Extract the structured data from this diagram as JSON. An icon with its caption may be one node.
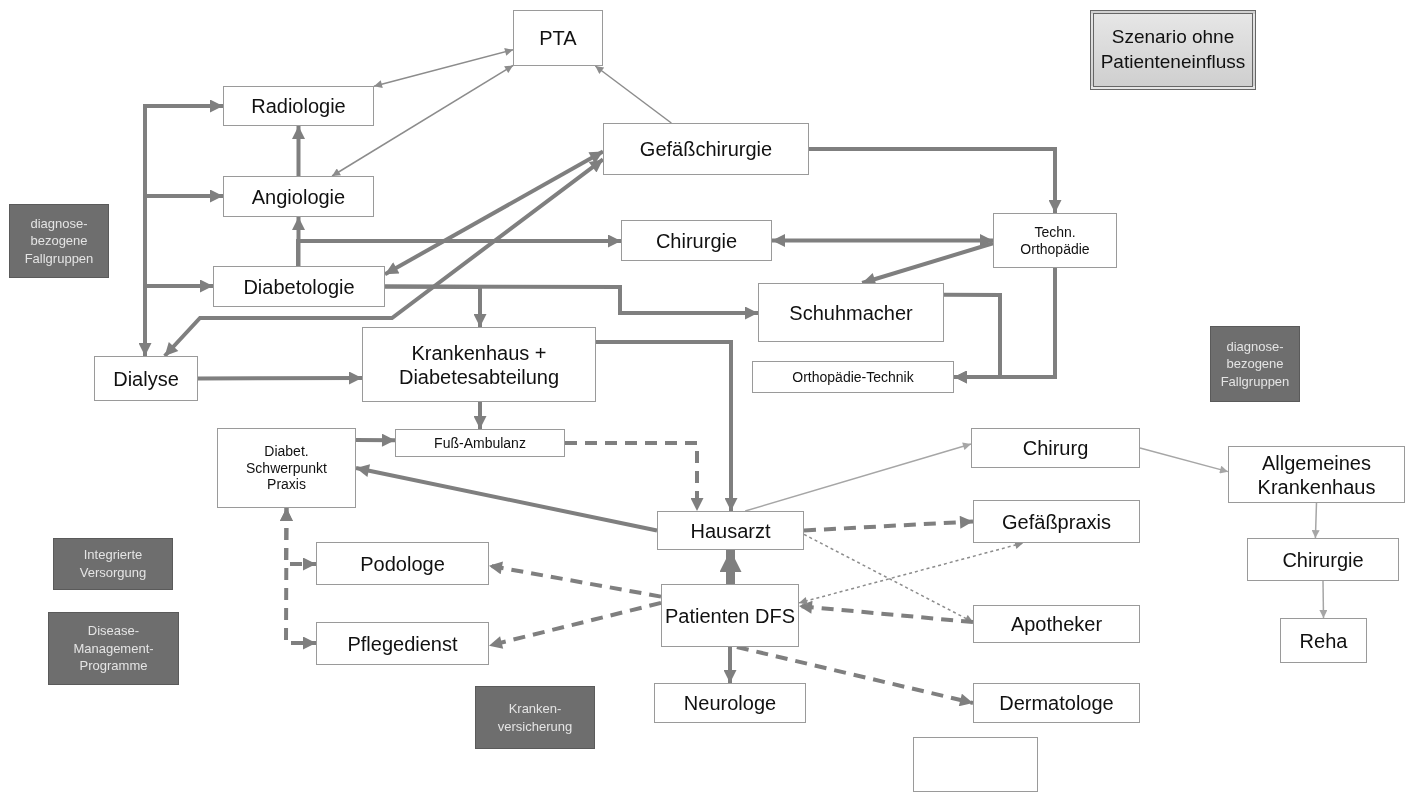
{
  "diagram": {
    "nodes": [
      {
        "text": [
          "PTA"
        ]
      },
      {
        "text": [
          "Szenario ohne Patienteneinfluss"
        ]
      },
      {
        "text": [
          "Radiologie"
        ]
      },
      {
        "text": [
          "Gefäßchirurgie"
        ]
      },
      {
        "text": [
          "Angiologie"
        ]
      },
      {
        "text": [
          "diagnose-bezogene Fallgruppen"
        ]
      },
      {
        "text": [
          "Chirurgie"
        ]
      },
      {
        "text": [
          "Techn. Orthopädie"
        ]
      },
      {
        "text": [
          "Diabetologie"
        ]
      },
      {
        "text": [
          "Schuhmacher"
        ]
      },
      {
        "text": [
          "diagnose-bezogene Fallgruppen"
        ]
      },
      {
        "text": [
          "Dialyse"
        ]
      },
      {
        "text": [
          "Krankenhaus + Diabetesabteilung"
        ]
      },
      {
        "text": [
          "Orthopädie-Technik"
        ]
      },
      {
        "text": [
          "Diabet. Schwerpunkt Praxis"
        ]
      },
      {
        "text": [
          "Fuß-Ambulanz"
        ]
      },
      {
        "text": [
          "Chirurg"
        ]
      },
      {
        "text": [
          "Allgemeines Krankenhaus"
        ]
      },
      {
        "text": [
          "Hausarzt"
        ]
      },
      {
        "text": [
          "Gefäßpraxis"
        ]
      },
      {
        "text": [
          "Integrierte Versorgung"
        ]
      },
      {
        "text": [
          "Podologe"
        ]
      },
      {
        "text": [
          "Chirurgie"
        ]
      },
      {
        "text": [
          "Patienten DFS"
        ]
      },
      {
        "text": [
          "Apotheker"
        ]
      },
      {
        "text": [
          "Disease-Management-Programme"
        ]
      },
      {
        "text": [
          "Pflegedienst"
        ]
      },
      {
        "text": [
          "Reha"
        ]
      },
      {
        "text": [
          "Neurologe"
        ]
      },
      {
        "text": [
          "Dermatologe"
        ]
      },
      {
        "text": [
          "Kranken-versicherung"
        ]
      },
      {
        "text": [],
        "shape": "box"
      }
    ],
    "edges": [
      {
        "from": 2,
        "to": 0,
        "arrow": "both",
        "color": "#8c8c8c"
      },
      {
        "from": 4,
        "to": 0,
        "arrow": "both",
        "color": "#8c8c8c"
      },
      {
        "from": 3,
        "to": 0,
        "arrow": "to",
        "color": "#8c8c8c"
      },
      {
        "from": 4,
        "to": 2,
        "arrow": "to"
      },
      {
        "from": 8,
        "to": 4,
        "arrow": "to"
      },
      {
        "from": 8,
        "to": 6,
        "arrow": "to"
      },
      {
        "from": null,
        "to": 2,
        "arrow": "to"
      },
      {
        "from": null,
        "to": 4,
        "arrow": "to"
      },
      {
        "from": null,
        "to": 8,
        "arrow": "to"
      },
      {
        "from": null,
        "to": 11,
        "arrow": "to"
      },
      {
        "from": 3,
        "to": 11,
        "arrow": "both"
      },
      {
        "from": 3,
        "to": 8,
        "arrow": "both"
      },
      {
        "from": 3,
        "to": 7,
        "arrow": "to"
      },
      {
        "from": 6,
        "to": 7,
        "arrow": "both"
      },
      {
        "from": 7,
        "to": 9,
        "arrow": "to"
      },
      {
        "from": 7,
        "to": 13,
        "arrow": "to"
      },
      {
        "from": 9,
        "to": 13,
        "arrow": "to"
      },
      {
        "from": 8,
        "to": 9,
        "arrow": "to"
      },
      {
        "from": 8,
        "to": 12,
        "arrow": "to"
      },
      {
        "from": 11,
        "to": 12,
        "arrow": "to"
      },
      {
        "from": 12,
        "to": 15,
        "arrow": "to"
      },
      {
        "from": 12,
        "to": 18,
        "arrow": "to"
      },
      {
        "from": 14,
        "to": 15,
        "arrow": "to"
      },
      {
        "from": 15,
        "to": 18,
        "arrow": "to",
        "style": "dashed"
      },
      {
        "from": 18,
        "to": 14,
        "arrow": "to"
      },
      {
        "from": 18,
        "to": 16,
        "arrow": "to",
        "color": "#a6a6a6"
      },
      {
        "from": 16,
        "to": 17,
        "arrow": "to",
        "color": "#a6a6a6"
      },
      {
        "from": 17,
        "to": 22,
        "arrow": "to",
        "color": "#a6a6a6"
      },
      {
        "from": 22,
        "to": 27,
        "arrow": "to",
        "color": "#a6a6a6"
      },
      {
        "from": 18,
        "to": 19,
        "arrow": "to",
        "style": "dashed"
      },
      {
        "from": 18,
        "to": 24,
        "arrow": "to",
        "style": "dashed",
        "color": "#8c8c8c"
      },
      {
        "from": 23,
        "to": 18,
        "arrow": "to",
        "style": "thick"
      },
      {
        "from": 24,
        "to": 23,
        "arrow": "to",
        "style": "dashed"
      },
      {
        "from": 23,
        "to": 19,
        "arrow": "both",
        "style": "dashed",
        "color": "#8c8c8c"
      },
      {
        "from": 23,
        "to": 21,
        "arrow": "to",
        "style": "dashed"
      },
      {
        "from": 23,
        "to": 26,
        "arrow": "to",
        "style": "dashed"
      },
      {
        "from": 23,
        "to": 28,
        "arrow": "to"
      },
      {
        "from": 23,
        "to": 29,
        "arrow": "to",
        "style": "dashed"
      },
      {
        "from": 14,
        "to": 21,
        "arrow": "both",
        "style": "dashed"
      },
      {
        "from": 14,
        "to": 26,
        "arrow": "both",
        "style": "dashed"
      }
    ]
  }
}
